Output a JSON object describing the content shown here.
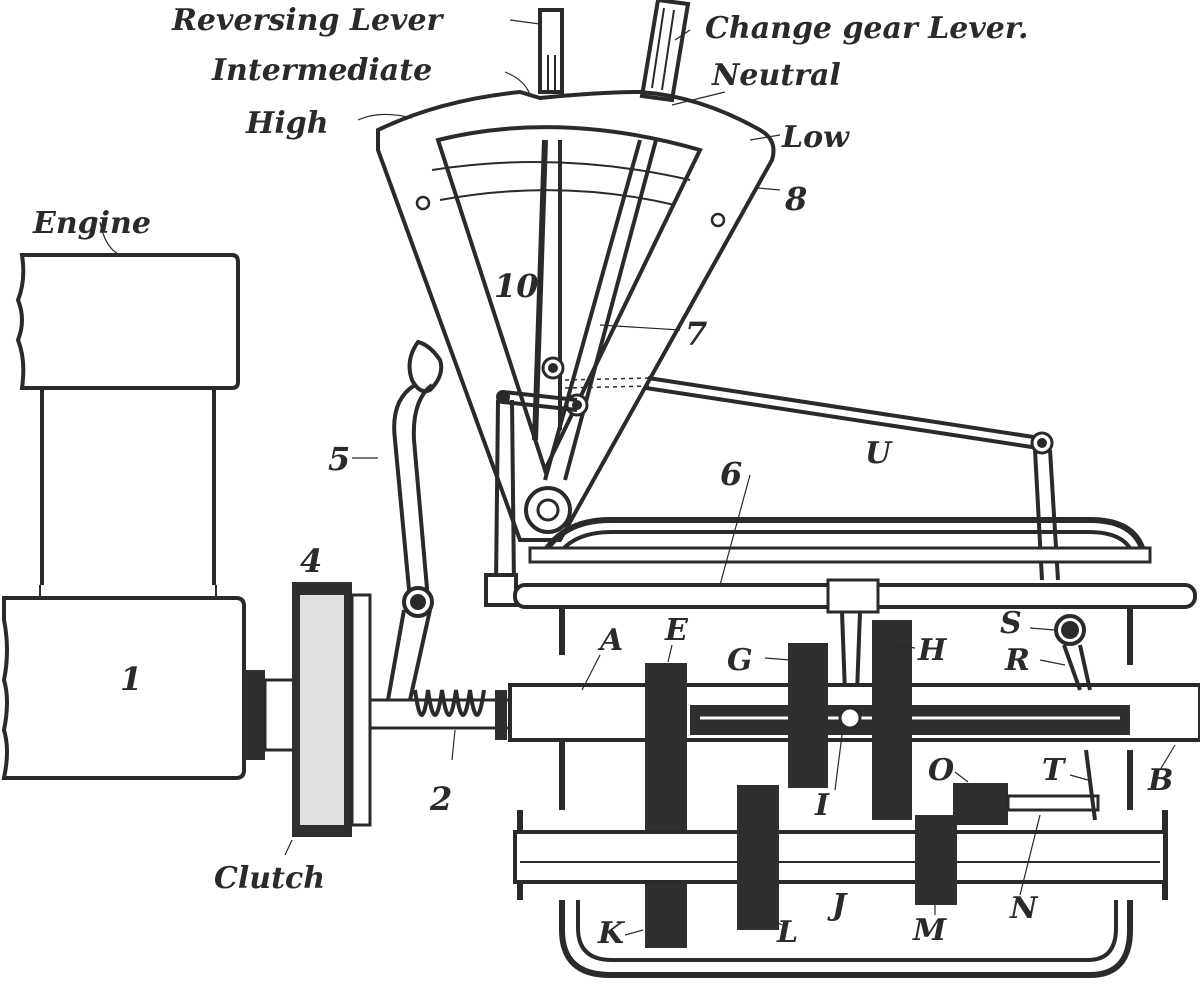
{
  "figure": {
    "title": "Reversing and change gear transmission with clutch",
    "labels": {
      "reversing_lever": "Reversing Lever",
      "change_gear_lever": "Change gear Lever.",
      "intermediate": "Intermediate",
      "neutral": "Neutral",
      "high": "High",
      "low": "Low",
      "engine": "Engine",
      "clutch": "Clutch"
    },
    "part_numbers": {
      "engine_block": "1",
      "spring": "2",
      "clutch_wheel": "4",
      "clutch_pedal": "5",
      "shift_rod": "6",
      "change_lever_arm": "7",
      "quadrant": "8",
      "reversing_lever_arm": "10"
    },
    "letters": {
      "shaft_A": "A",
      "shaft_B": "B",
      "gear_E": "E",
      "gear_G": "G",
      "gear_H": "H",
      "fork_I": "I",
      "countershaft_J": "J",
      "gear_K": "K",
      "gear_L": "L",
      "gear_M": "M",
      "rod_N": "N",
      "gear_O": "O",
      "arm_R": "R",
      "pivot_S": "S",
      "arm_T": "T",
      "link_U": "U"
    }
  }
}
